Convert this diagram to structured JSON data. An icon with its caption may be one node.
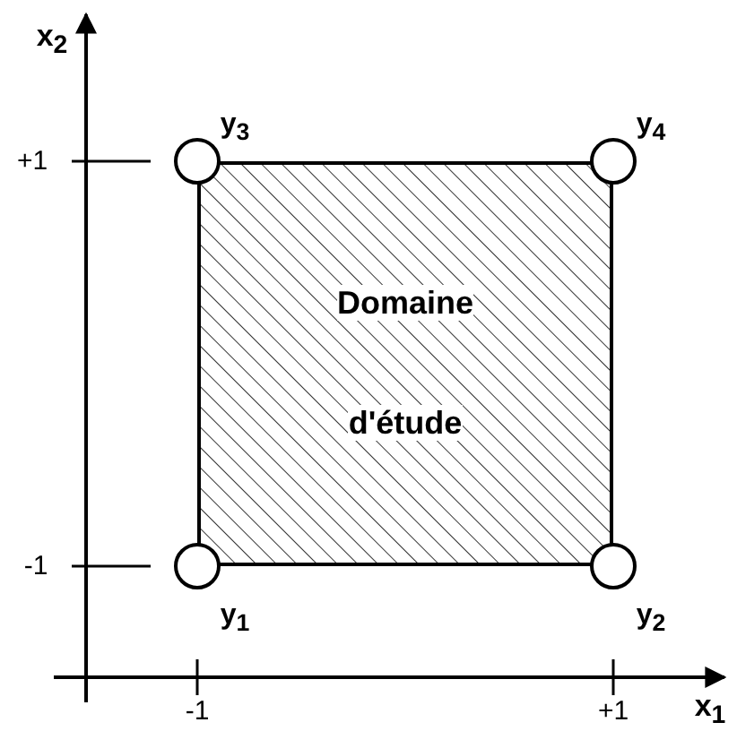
{
  "diagram": {
    "nodes": [
      {
        "text": [
          "Domaine d'étude"
        ]
      },
      {
        "text": [],
        "shape": "circle",
        "beside": [
          "y$_{3}$"
        ]
      },
      {
        "text": [],
        "shape": "circle",
        "beside": [
          "y$_{4}$"
        ]
      },
      {
        "text": [],
        "shape": "circle",
        "beside": [
          "y$_{1}$"
        ]
      },
      {
        "text": [],
        "shape": "circle",
        "beside": [
          "y$_{2}$"
        ]
      }
    ],
    "edges": [],
    "labels": [
      "x$_{2}$",
      "+1",
      "-1",
      "-1",
      "+1",
      "x$_{1}$"
    ]
  }
}
